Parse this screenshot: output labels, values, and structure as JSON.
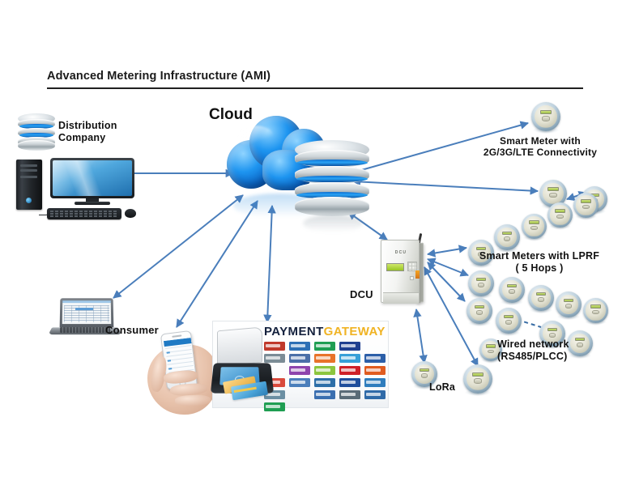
{
  "page": {
    "title": "Advanced Metering Infrastructure (AMI)",
    "background_color": "#ffffff",
    "arrow_color": "#4a7ebb",
    "label_color": "#111111"
  },
  "nodes": {
    "distribution_company": {
      "label": "Distribution\nCompany",
      "icon": "database-stack-icon",
      "device_icon": "desktop-computer-icon"
    },
    "cloud": {
      "label": "Cloud",
      "icon": "cloud-icon",
      "database_icon": "database-stack-icon"
    },
    "smart_meter_cellular": {
      "label": "Smart Meter with\n2G/3G/LTE Connectivity",
      "icon": "smart-meter-icon",
      "count": 3
    },
    "smart_meters_lprf": {
      "label": "Smart Meters with LPRF\n( 5 Hops )",
      "icon": "smart-meter-icon",
      "hops": 5,
      "count": 15
    },
    "wired_network": {
      "label": "Wired network\n(RS485/PLCC)",
      "protocols": "RS485/PLCC",
      "link_style": "dashed"
    },
    "dcu": {
      "label": "DCU",
      "device_text": "DCU",
      "icon": "dcu-box-icon"
    },
    "lora": {
      "label": "LoRa",
      "icon": "smart-meter-icon",
      "count": 2
    },
    "consumer": {
      "label": "Consumer",
      "icon": "laptop-icon",
      "mobile_icon": "smartphone-in-hand-icon"
    },
    "payment_gateway": {
      "title_primary": "PAYMENT",
      "title_secondary": "GATEWAY",
      "title_primary_color": "#14213d",
      "title_secondary_color": "#f0b323",
      "device_icon": "card-reader-icon",
      "logo_colors": [
        "#c0392b",
        "#2d6fb5",
        "#1f9e52",
        "#1f3f8f",
        "empty",
        "#7b8c96",
        "#4b6fa8",
        "#e8732a",
        "#38a0d8",
        "#2c5fa8",
        "empty",
        "#8e44ad",
        "#8cc63f",
        "#cf2027",
        "#e05c20",
        "#d94a3d",
        "#4a7ebb",
        "#2e6fa8",
        "#1f4e9c",
        "#2f7dbd",
        "#6b8fa3",
        "empty",
        "#3b6fb0",
        "#5a6b77",
        "#2f6aa8",
        "#1f9e52"
      ]
    }
  },
  "edges": [
    {
      "from": "distribution-computer",
      "to": "cloud",
      "type": "bidirectional"
    },
    {
      "from": "cloud",
      "to": "smart-meter-cellular-1",
      "type": "bidirectional"
    },
    {
      "from": "cloud",
      "to": "smart-meter-cellular-2",
      "type": "bidirectional"
    },
    {
      "from": "cloud",
      "to": "consumer-laptop",
      "type": "bidirectional"
    },
    {
      "from": "cloud",
      "to": "consumer-phone",
      "type": "bidirectional"
    },
    {
      "from": "cloud",
      "to": "payment-gateway",
      "type": "bidirectional"
    },
    {
      "from": "cloud",
      "to": "dcu",
      "type": "bidirectional"
    },
    {
      "from": "dcu",
      "to": "lprf-mesh",
      "type": "bidirectional"
    },
    {
      "from": "dcu",
      "to": "lora-meter-1",
      "type": "bidirectional"
    },
    {
      "from": "dcu",
      "to": "lora-meter-2",
      "type": "bidirectional"
    }
  ]
}
